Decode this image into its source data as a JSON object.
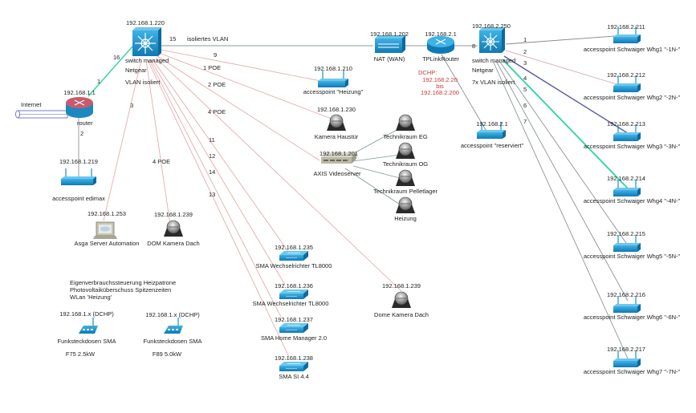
{
  "diagram": {
    "internet": {
      "label": "Internet"
    },
    "router": {
      "ip": "192.168.1.1",
      "label": "router"
    },
    "switch_main": {
      "ip": "192.168.1.220",
      "lines": [
        "switch managed",
        "Netgear",
        "VLAN isoliert"
      ]
    },
    "ap_edimax": {
      "ip": "192.168.1.219",
      "label": "accesspoint edimax"
    },
    "asga": {
      "ip": "192.168.1.253",
      "label": "Asga Server Automation"
    },
    "dom_kamera": {
      "ip": "192.168.1.239",
      "label": "DOM Kamera Dach"
    },
    "ap_heizung": {
      "ip": "192.168.1.210",
      "label": "accesspoint \"Heizung\""
    },
    "kamera_haustuer": {
      "ip": "192.168.1.230",
      "label": "Kamera Haustür"
    },
    "axis": {
      "ip": "192.168.1.201",
      "label": "AXIS Videoserver"
    },
    "cams_axis": [
      {
        "label": "Technikraum EG"
      },
      {
        "label": "Technikraum OG"
      },
      {
        "label": "Technikraum Pelletlager"
      },
      {
        "label": "Heizung"
      }
    ],
    "nat": {
      "ip": "192.168.1.202",
      "label": "NAT (WAN)"
    },
    "tplink": {
      "ip": "192.168.2.1",
      "label": "TPLinkRouter",
      "dhcp": [
        "DCHP:",
        "192.168.2.20",
        "bis",
        "192.168.2.200"
      ]
    },
    "switch_2": {
      "ip": "192.168.2.250",
      "lines": [
        "switch managed",
        "Netgear",
        "7x VLAN isoliert"
      ]
    },
    "ap_reserviert": {
      "ip": "192.168.2.1",
      "label": "accesspoint \"reserviert\""
    },
    "aps_right": [
      {
        "ip": "192.168.2.211",
        "label": "accesspoint Schwaiger Whg1 \"-1N-\""
      },
      {
        "ip": "192.168.2.212",
        "label": "accesspoint Schwaiger Whg2 \"-2N-\""
      },
      {
        "ip": "192.168.2.213",
        "label": "accesspoint Schwaiger Whg3 \"-3N-\""
      },
      {
        "ip": "192.168.2.214",
        "label": "accesspoint Schwaiger Whg4 \"-4N-\""
      },
      {
        "ip": "192.168.2.215",
        "label": "accesspoint Schwaiger Whg5 \"-5N-\""
      },
      {
        "ip": "192.168.2.216",
        "label": "accesspoint Schwaiger Whg6 \"-6N-\""
      },
      {
        "ip": "192.168.2.217",
        "label": "accesspoint Schwaiger Whg7 \"-7N-\""
      }
    ],
    "sma": [
      {
        "ip": "192.168.1.235",
        "label": "SMA Wechselrichter TL8000"
      },
      {
        "ip": "192.168.1.236",
        "label": "SMA Wechselrichter TL8000"
      },
      {
        "ip": "192.168.1.237",
        "label": "SMA Home Manager 2.0"
      },
      {
        "ip": "192.168.1.238",
        "label": "SMA SI 4.4"
      }
    ],
    "dome_kamera": {
      "ip": "192.168.1.239",
      "label": "Dome Kamera Dach"
    },
    "note": [
      "Eigenverbrauchssteuerung Heizpatrone",
      "Photovoltaiküberschuss Spitzenzeiten",
      "WLan 'Heizung'"
    ],
    "funk": [
      {
        "ip": "192.168.1.x (DCHP)",
        "label": "Funksteckdosen SMA",
        "sub": "F75 2.5kW"
      },
      {
        "ip": "192.168.1.x  (DCHP)",
        "label": "Funksteckdosen SMA",
        "sub": "F89 5.0kW"
      }
    ],
    "port_labels": {
      "p16": "16",
      "p1": "1",
      "p2": "2",
      "p15": "15",
      "vlan": "isoliertes VLAN",
      "p9": "9",
      "p1poe": "1 POE",
      "p2poe": "2 POE",
      "p4poe": "4 POE",
      "p3": "3",
      "p4poe_b": "4 POE",
      "p11": "11",
      "p12": "12",
      "p14": "14",
      "p13": "13",
      "p8": "8",
      "r1": "1",
      "r2": "2",
      "r3": "3",
      "r4": "4",
      "r5": "5",
      "r6": "6",
      "r7": "7"
    },
    "colors": {
      "red_line": "#e2a3a3",
      "gray_line": "#7d8a86",
      "green_line": "#2fd3a0",
      "purple_line": "#5a5aa8",
      "device_blue": "#1b8fc9",
      "router_red": "#c85b6b",
      "dhcp_red": "#c8383a"
    }
  }
}
